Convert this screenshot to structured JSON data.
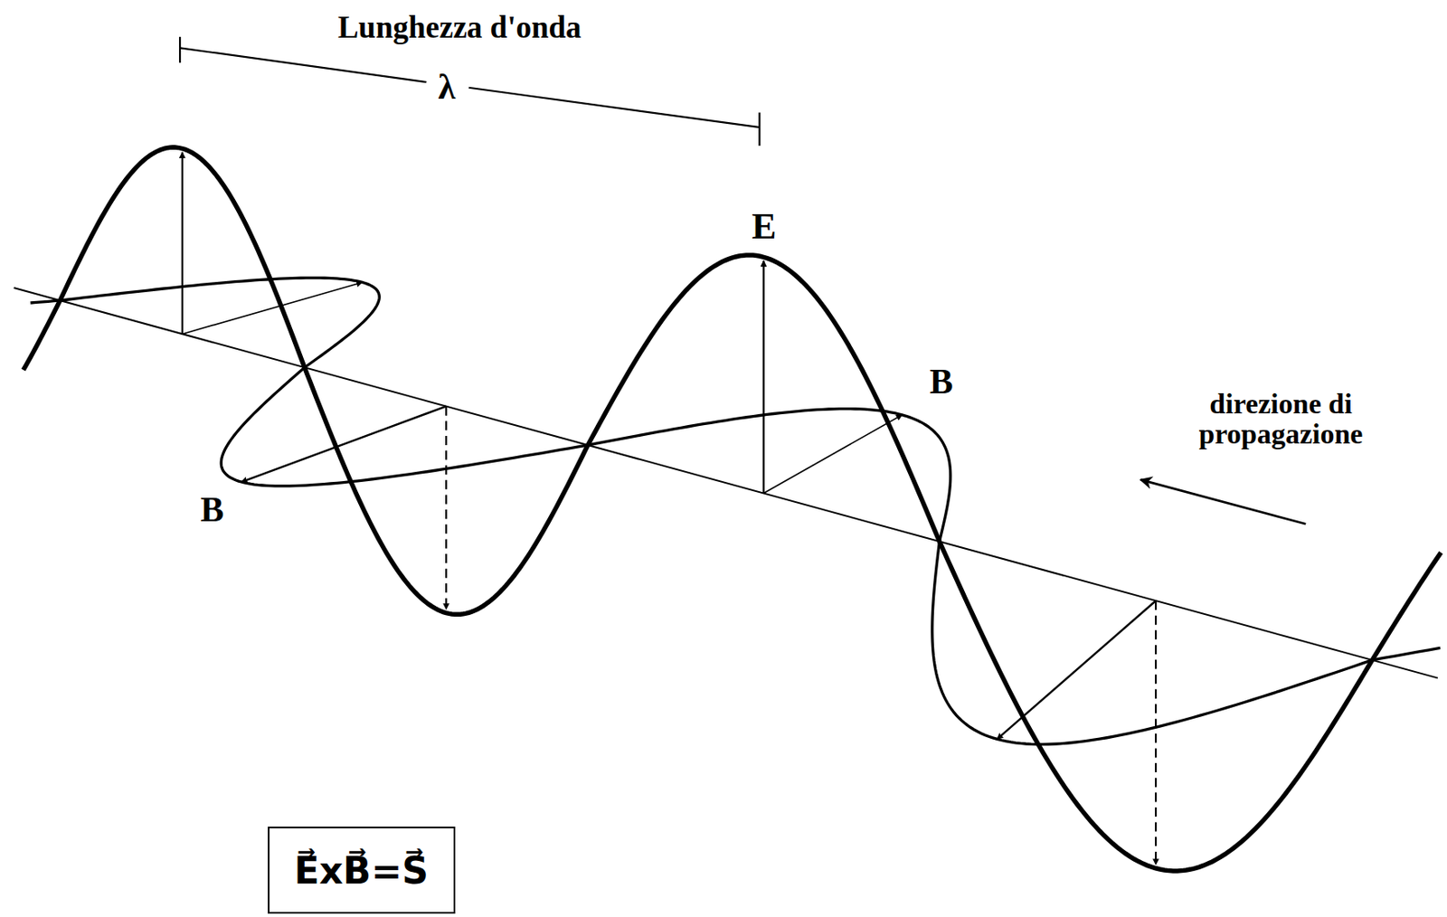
{
  "diagram": {
    "nodes": [
      {
        "text": [
          "E⃗xB⃗=S⃗"
        ]
      }
    ],
    "labels": [
      "Lunghezza d'onda",
      "λ",
      "E",
      "B",
      "direzione di propagazione",
      "B"
    ]
  }
}
